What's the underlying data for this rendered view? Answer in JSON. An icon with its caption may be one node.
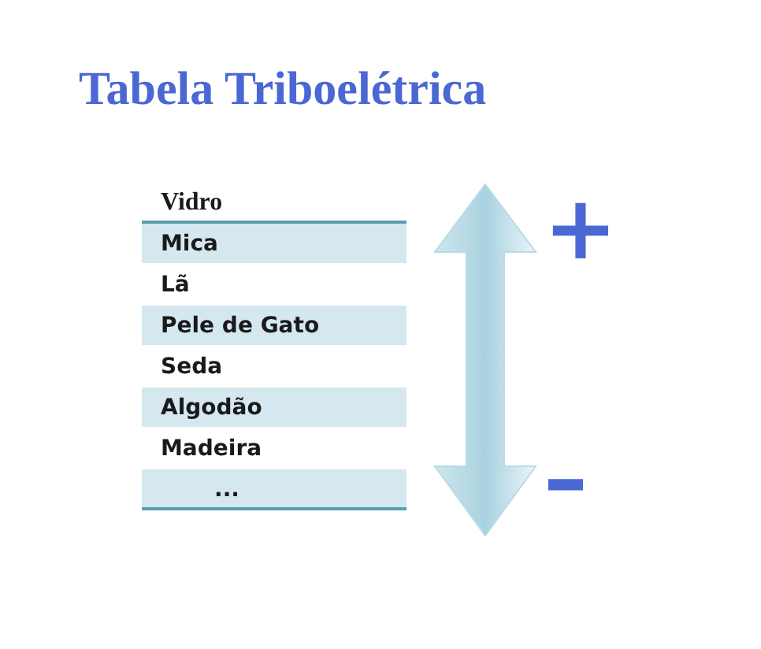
{
  "diagram": {
    "title": "Tabela Triboelétrica",
    "labels": [
      "Vidro",
      "Mica",
      "Lã",
      "Pele de Gato",
      "Seda",
      "Algodão",
      "Madeira",
      "...",
      "+",
      "–"
    ]
  }
}
